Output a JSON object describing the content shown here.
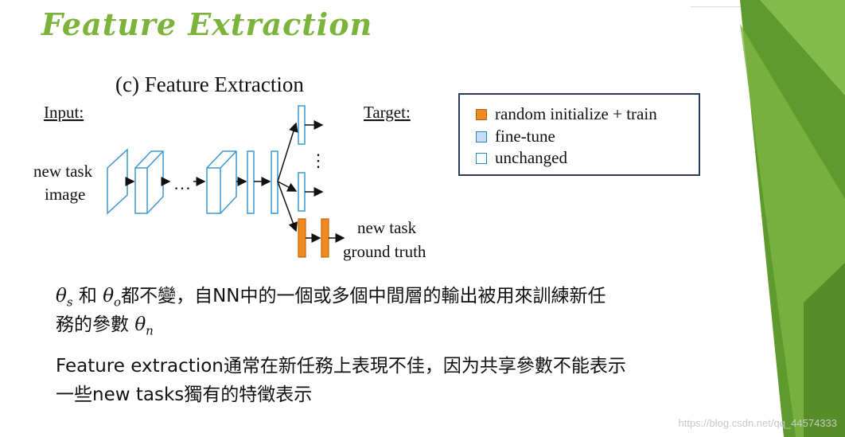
{
  "slide": {
    "title": "Feature Extraction",
    "figure": {
      "caption": "(c) Feature Extraction",
      "input_label": "Input:",
      "target_label": "Target:",
      "input_text_line1": "new task",
      "input_text_line2": "image",
      "ellipsis_h": "…",
      "ellipsis_v": "⋮",
      "output_text_line1": "new task",
      "output_text_line2": "ground truth"
    },
    "legend": {
      "items": [
        {
          "label": "random initialize + train",
          "color": "#f08a1c"
        },
        {
          "label": "fine-tune",
          "color": "#c6def5"
        },
        {
          "label": "unchanged",
          "color": "#ffffff"
        }
      ]
    },
    "paragraph1": {
      "theta_s": "θ",
      "sub_s": "s",
      "and_text": "和",
      "theta_o": "θ",
      "sub_o": "o",
      "rest_line1": "都不變，自NN中的一個或多個中間層的輸出被用來訓練新任",
      "line2_text": "務的參數",
      "theta_n": "θ",
      "sub_n": "n"
    },
    "paragraph2": {
      "line1": "Feature extraction通常在新任務上表現不佳，因为共享參數不能表示",
      "line2": "一些new tasks獨有的特徵表示"
    },
    "watermark": "https://blog.csdn.net/qq_44574333"
  }
}
